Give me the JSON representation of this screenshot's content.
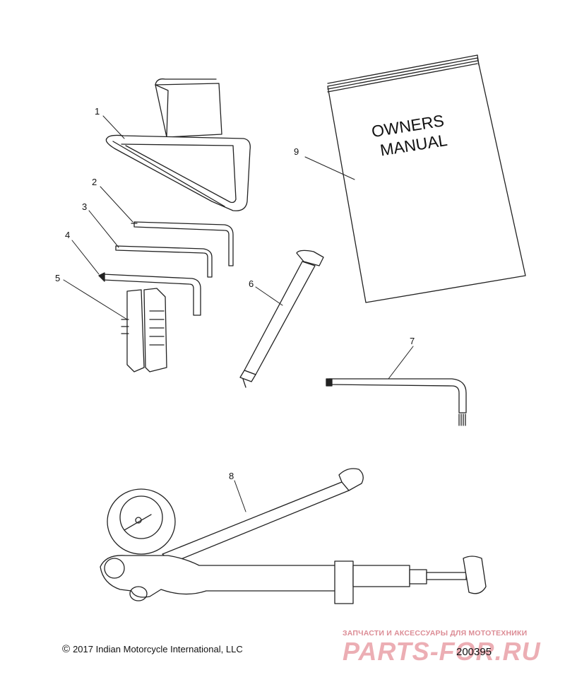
{
  "callouts": {
    "c1": "1",
    "c2": "2",
    "c3": "3",
    "c4": "4",
    "c5": "5",
    "c6": "6",
    "c7": "7",
    "c8": "8",
    "c9": "9"
  },
  "manual_cover": {
    "line1": "OWNERS",
    "line2": "MANUAL"
  },
  "footer": {
    "copyright_symbol": "©",
    "copyright_text": "2017 Indian Motorcycle International, LLC",
    "drawing_number": "200395"
  },
  "watermark": {
    "tagline": "ЗАПЧАСТИ И АКСЕССУАРЫ ДЛЯ МОТОТЕХНИКИ",
    "brand": "PARTS-FOR.RU",
    "color": "#e07882"
  }
}
